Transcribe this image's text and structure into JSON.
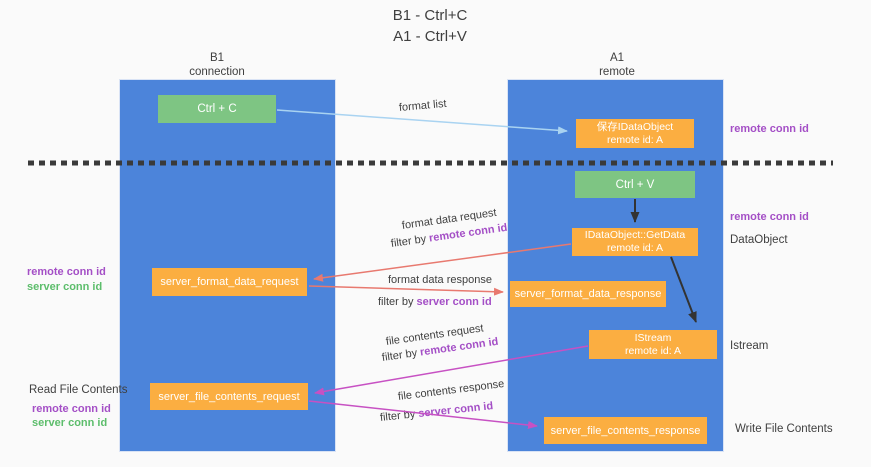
{
  "title": {
    "line1": "B1 - Ctrl+C",
    "line2": "A1 - Ctrl+V"
  },
  "columns": {
    "left": {
      "name": "B1",
      "role": "connection"
    },
    "right": {
      "name": "A1",
      "role": "remote"
    }
  },
  "nodes": {
    "ctrl_c": {
      "label": "Ctrl + C"
    },
    "ctrl_v": {
      "label": "Ctrl + V"
    },
    "save_dataobject": {
      "line1": "保存IDataObject",
      "line2": "remote id: A"
    },
    "getdata": {
      "line1": "IDataObject::GetData",
      "line2": "remote id: A"
    },
    "istream": {
      "line1": "IStream",
      "line2": "remote id: A"
    },
    "server_format_data_request": {
      "label": "server_format_data_request"
    },
    "server_format_data_response": {
      "label": "server_format_data_response"
    },
    "server_file_contents_request": {
      "label": "server_file_contents_request"
    },
    "server_file_contents_response": {
      "label": "server_file_contents_response"
    }
  },
  "flow_labels": {
    "format_list": "format list",
    "format_data_request": "format data request",
    "format_data_request_filter_prefix": "filter by ",
    "format_data_request_filter_key": "remote conn id",
    "format_data_response": "format data response",
    "format_data_response_filter_prefix": "filter by ",
    "format_data_response_filter_key": "server conn id",
    "file_contents_request": "file contents request",
    "file_contents_request_filter_prefix": "filter by ",
    "file_contents_request_filter_key": "remote conn id",
    "file_contents_response": "file contents response",
    "file_contents_response_filter_prefix": "filter by ",
    "file_contents_response_filter_key": "server conn id"
  },
  "side_labels": {
    "right_remote_conn_top": "remote conn id",
    "right_remote_conn_mid": "remote conn id",
    "right_dataobject": "DataObject",
    "right_istream": "Istream",
    "right_write_file": "Write File Contents",
    "left_remote_conn": "remote conn id",
    "left_server_conn": "server conn id",
    "left_read_file": "Read File Contents",
    "left_remote_conn_bottom": "remote conn id",
    "left_server_conn_bottom": "server conn id"
  },
  "colors": {
    "column_blue": "#4C84DA",
    "node_green": "#7EC583",
    "node_orange": "#FBAE41",
    "arrow_salmon": "#E8796F",
    "arrow_magenta": "#C751C3",
    "arrow_lightblue": "#A9D3F1",
    "arrow_black": "#333333",
    "dashed_divider": "#3A3A3A",
    "text_purple": "#A44FC6",
    "text_green": "#5CBD6B",
    "text_dark": "#3F3F3F"
  }
}
